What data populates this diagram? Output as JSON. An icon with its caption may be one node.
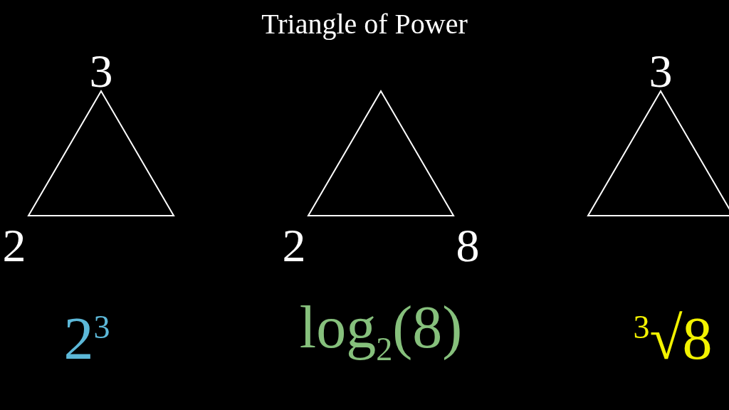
{
  "diagram": {
    "title": "Triangle of Power",
    "nodes": [
      {
        "text": [],
        "shape": "triangle",
        "beside": [
          "3",
          "2"
        ]
      },
      {
        "text": [],
        "shape": "triangle",
        "beside": [
          "2",
          "8"
        ]
      },
      {
        "text": [],
        "shape": "triangle",
        "beside": [
          "3"
        ]
      }
    ],
    "labels": [
      "2$^{3}$",
      "log$_{2}$(8)",
      "$^{3}$√8"
    ]
  }
}
